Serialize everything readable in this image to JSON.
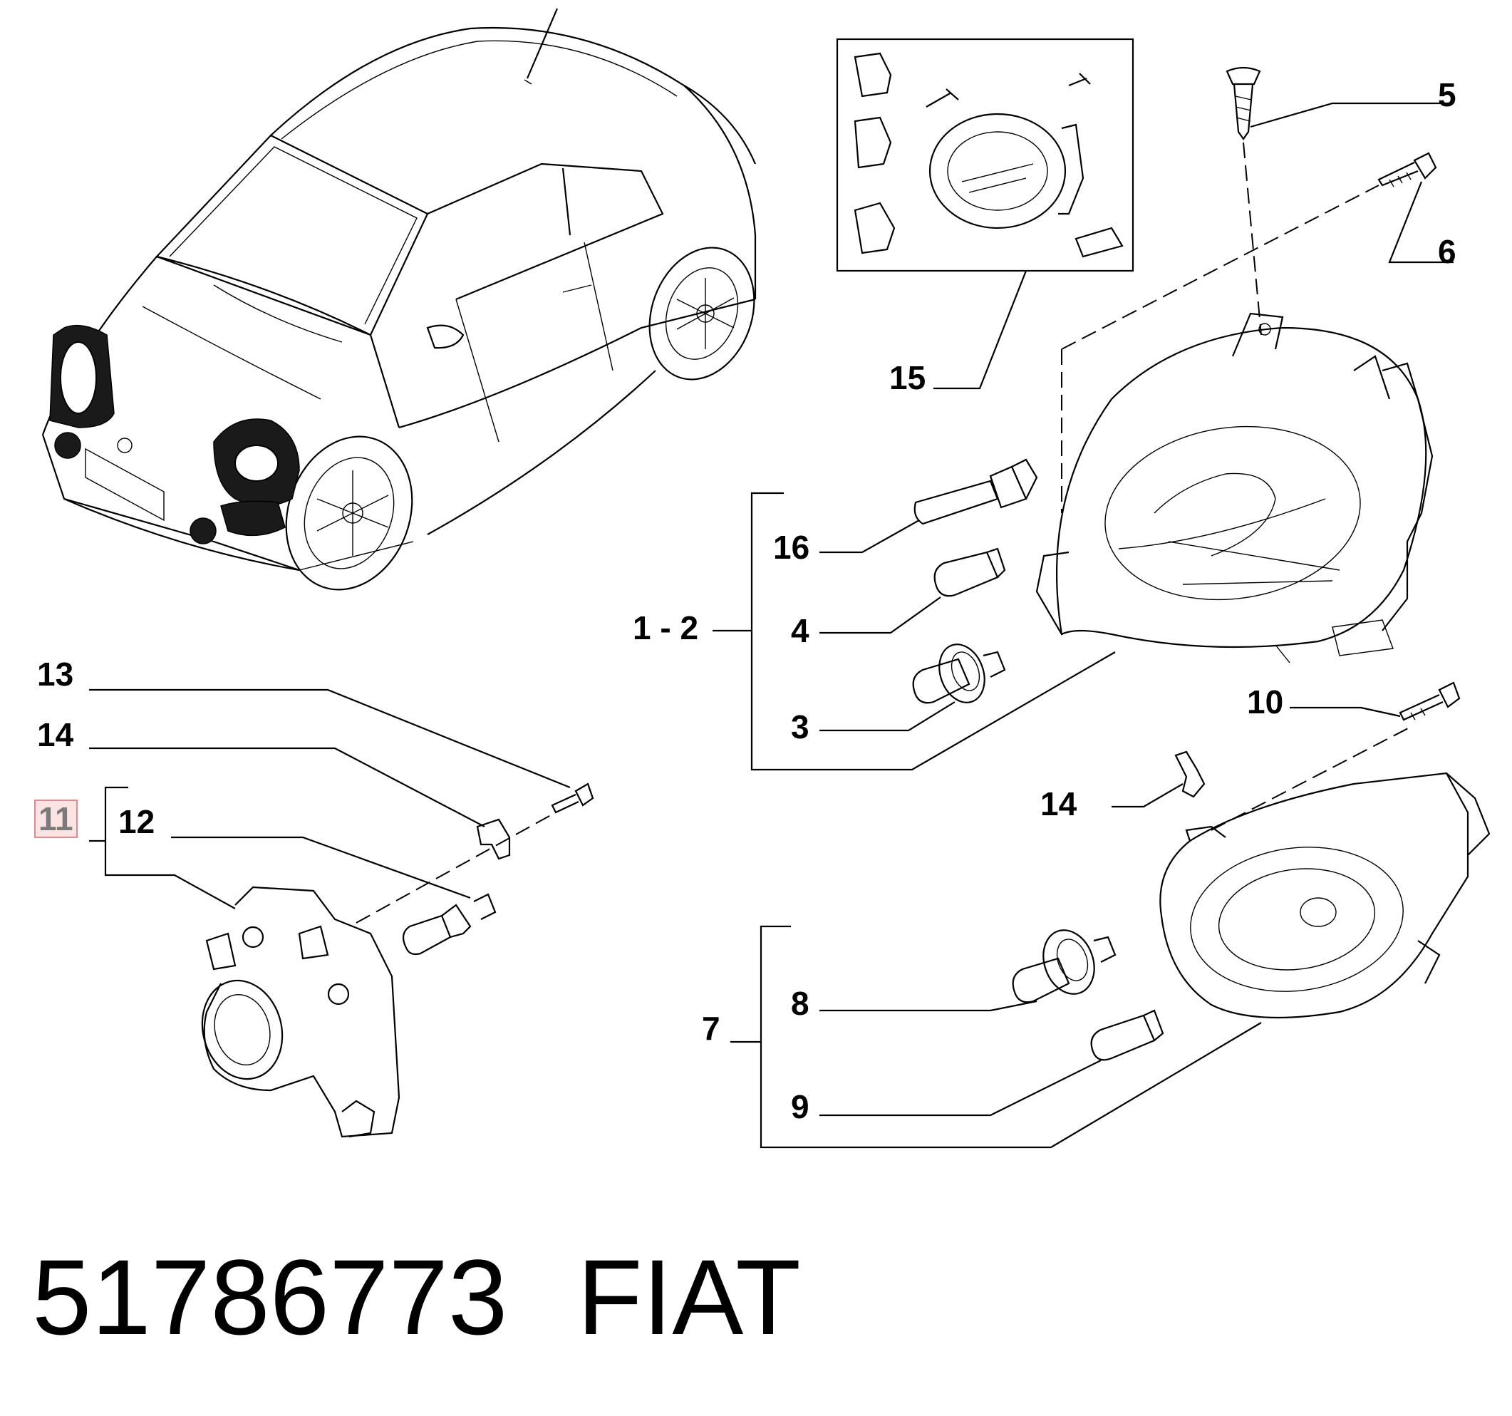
{
  "callouts": {
    "c1_2": "1 - 2",
    "c3": "3",
    "c4": "4",
    "c5": "5",
    "c6": "6",
    "c7": "7",
    "c8": "8",
    "c9": "9",
    "c10": "10",
    "c11": "11",
    "c12": "12",
    "c13": "13",
    "c14_left": "14",
    "c14_right": "14",
    "c15": "15",
    "c16": "16"
  },
  "footer": {
    "part_number": "51786773",
    "brand": "FIAT"
  },
  "colors": {
    "line": "#000000",
    "highlight_border": "#e08a8a",
    "highlight_fill": "#fbe3e3",
    "highlight_text": "#7a7a7a"
  }
}
